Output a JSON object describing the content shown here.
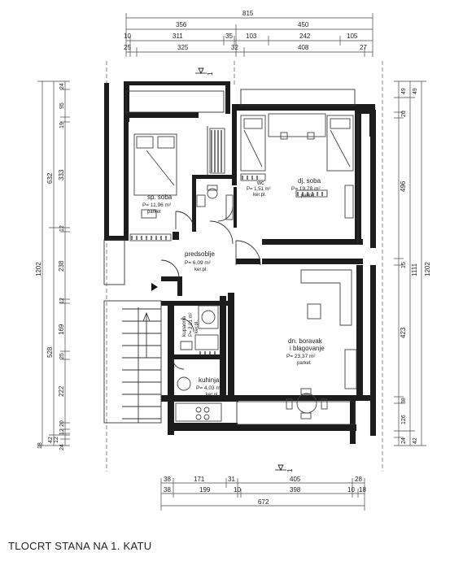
{
  "caption": "TLOCRT STANA NA 1. KATU",
  "section_marks": {
    "top": "1",
    "bottom": "1"
  },
  "rooms": {
    "sp_soba": {
      "name": "sp. soba",
      "area": "P= 11,96 m²",
      "floor": "parket"
    },
    "wc": {
      "name": "wc",
      "area": "P= 1,51 m²",
      "floor": "ker.pl."
    },
    "dj_soba": {
      "name": "dj. soba",
      "area": "P= 19,78 m²",
      "floor": "parket"
    },
    "predsoblje": {
      "name": "predsoblje",
      "area": "P= 6,09 m²",
      "floor": "ker.pl."
    },
    "kupaona": {
      "name": "kupaona",
      "area": "P= 2,01 m²",
      "floor": "ker.pl."
    },
    "kuhinja": {
      "name": "kuhinja",
      "area": "P= 4,03 m²",
      "floor": "ker.pl."
    },
    "boravak": {
      "name1": "dn. boravak",
      "name2": "i blagovanje",
      "area": "P= 23,37 m²",
      "floor": "parket"
    }
  },
  "dimensions": {
    "top_1": [
      "815"
    ],
    "top_2": [
      "356",
      "450"
    ],
    "top_3": [
      "10",
      "311",
      "35",
      "103",
      "242",
      "105"
    ],
    "top_4": [
      "25",
      "325",
      "32",
      "408",
      "27"
    ],
    "bottom_1": [
      "38",
      "171",
      "31",
      "405",
      "28"
    ],
    "bottom_2": [
      "38",
      "199",
      "10",
      "398",
      "10",
      "18"
    ],
    "bottom_3": [
      "672"
    ],
    "left_inner": [
      "24",
      "95",
      "19",
      "333",
      "12",
      "238",
      "12",
      "169",
      "25",
      "222",
      "20",
      "12",
      "12",
      "24"
    ],
    "left_mid": [
      "632",
      "528",
      "42",
      "18"
    ],
    "left_outer": [
      "1202"
    ],
    "right_inner": [
      "49",
      "49",
      "20",
      "496",
      "15",
      "423",
      "38",
      "126",
      "24",
      "42"
    ],
    "right_mid": [
      "1111"
    ],
    "right_outer": [
      "1202"
    ]
  }
}
